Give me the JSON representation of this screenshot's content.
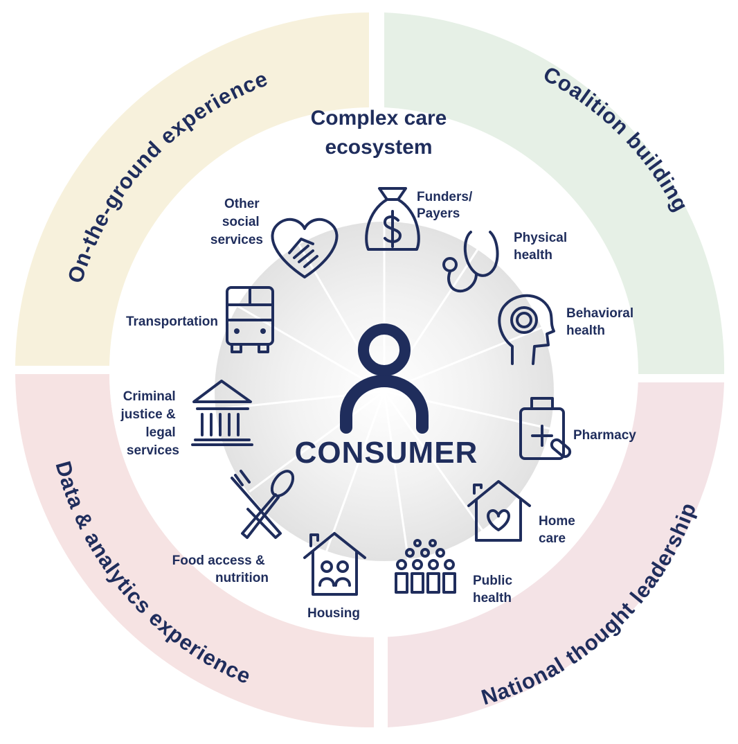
{
  "colors": {
    "navy": "#1f2d5c",
    "ring_top_left": "#f7f1dc",
    "ring_top_right": "#e6f0e6",
    "ring_bottom_left": "#f6e3e3",
    "ring_bottom_right": "#f4e3e6",
    "center_glow": "#dcdcdc"
  },
  "ring": {
    "top_left": "On-the-ground experience",
    "top_right": "Coalition building",
    "bottom_left": "Data & analytics experience",
    "bottom_right": "National thought leadership"
  },
  "title": [
    "Complex care",
    "ecosystem"
  ],
  "center": {
    "label": "CONSUMER",
    "icon": "person-icon"
  },
  "sectors": [
    {
      "icon": "money-bag-icon",
      "lines": [
        "Funders/",
        "Payers"
      ]
    },
    {
      "icon": "stethoscope-icon",
      "lines": [
        "Physical",
        "health"
      ]
    },
    {
      "icon": "head-brain-icon",
      "lines": [
        "Behavioral",
        "health"
      ]
    },
    {
      "icon": "medicine-bottle-icon",
      "lines": [
        "Pharmacy"
      ]
    },
    {
      "icon": "home-heart-icon",
      "lines": [
        "Home",
        "care"
      ]
    },
    {
      "icon": "population-icon",
      "lines": [
        "Public",
        "health"
      ]
    },
    {
      "icon": "house-family-icon",
      "lines": [
        "Housing"
      ]
    },
    {
      "icon": "fork-spoon-icon",
      "lines": [
        "Food access &",
        "nutrition"
      ]
    },
    {
      "icon": "courthouse-icon",
      "lines": [
        "Criminal",
        "justice &",
        "legal",
        "services"
      ]
    },
    {
      "icon": "bus-icon",
      "lines": [
        "Transportation"
      ]
    },
    {
      "icon": "handshake-heart-icon",
      "lines": [
        "Other",
        "social",
        "services"
      ]
    }
  ]
}
